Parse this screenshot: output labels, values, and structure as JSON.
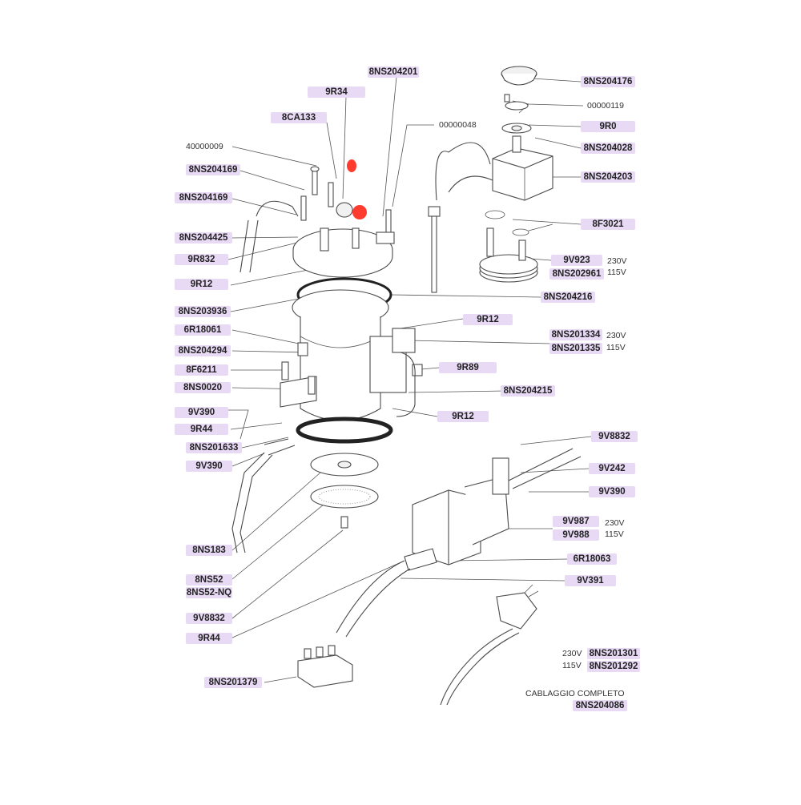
{
  "diagram": {
    "callouts": {
      "NS204201": "8NS204201",
      "R34": "9R34",
      "CA133": "8CA133",
      "code_40000009": "40000009",
      "NS204169_a": "8NS204169",
      "NS204169_b": "8NS204169",
      "NS204425": "8NS204425",
      "R832": "9R832",
      "R12_a": "9R12",
      "NS203936": "8NS203936",
      "R18061": "6R18061",
      "NS204294": "8NS204294",
      "F6211": "8F6211",
      "NS0020": "8NS0020",
      "V390_a": "9V390",
      "R44_a": "9R44",
      "NS201633": "8NS201633",
      "V390_b": "9V390",
      "NS183": "8NS183",
      "NS52": "8NS52",
      "NS52NQ": "8NS52-NQ",
      "V8832_a": "9V8832",
      "R44_b": "9R44",
      "NS201379": "8NS201379",
      "NS204176": "8NS204176",
      "code_00000119": "00000119",
      "R0": "9R0",
      "NS204028": "8NS204028",
      "NS204203": "8NS204203",
      "code_00000048": "00000048",
      "F3021": "8F3021",
      "V923": "9V923",
      "NS202961": "8NS202961",
      "NS204216": "8NS204216",
      "R12_b": "9R12",
      "NS201334": "8NS201334",
      "NS201335": "8NS201335",
      "R89": "9R89",
      "NS204215": "8NS204215",
      "R12_c": "9R12",
      "V8832_b": "9V8832",
      "V242": "9V242",
      "V390_c": "9V390",
      "V987": "9V987",
      "V988": "9V988",
      "R18063": "6R18063",
      "V391": "9V391",
      "NS201301": "8NS201301",
      "NS201292": "8NS201292",
      "NS204086": "8NS204086"
    },
    "voltages": {
      "heater_230": "230V",
      "heater_115": "115V",
      "pump_230": "230V",
      "pump_115": "115V",
      "sol_230": "230V",
      "sol_115": "115V",
      "cord_230": "230V",
      "cord_115": "115V"
    },
    "caption": "CABLAGGIO COMPLETO",
    "colors": {
      "label_bg": "#e8d9f5",
      "marker": "#ff3b30",
      "line": "#4a4a4a"
    }
  }
}
